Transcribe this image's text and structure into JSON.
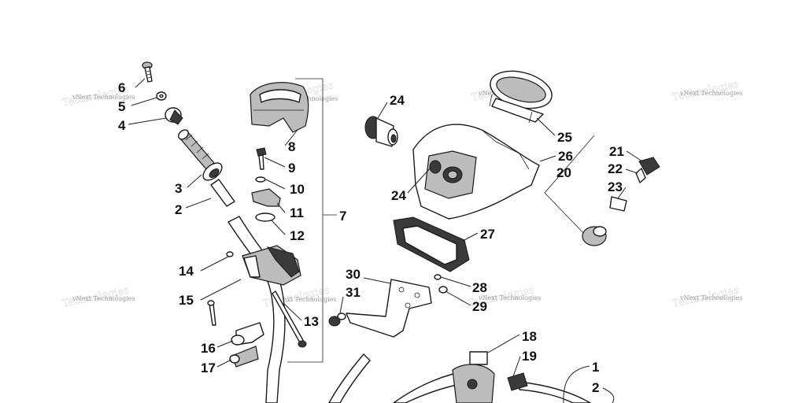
{
  "watermark_text": "vNext Technologies",
  "callouts": [
    "1",
    "2",
    "2",
    "3",
    "4",
    "5",
    "6",
    "7",
    "8",
    "9",
    "10",
    "11",
    "12",
    "13",
    "14",
    "15",
    "16",
    "17",
    "18",
    "19",
    "20",
    "21",
    "22",
    "23",
    "24",
    "24",
    "25",
    "26",
    "27",
    "28",
    "29",
    "30",
    "31"
  ],
  "icons": [
    "handlebar-grip",
    "throttle-housing",
    "headlight-pod",
    "accessory-socket",
    "speedometer",
    "ignition-key",
    "switch-housing"
  ]
}
